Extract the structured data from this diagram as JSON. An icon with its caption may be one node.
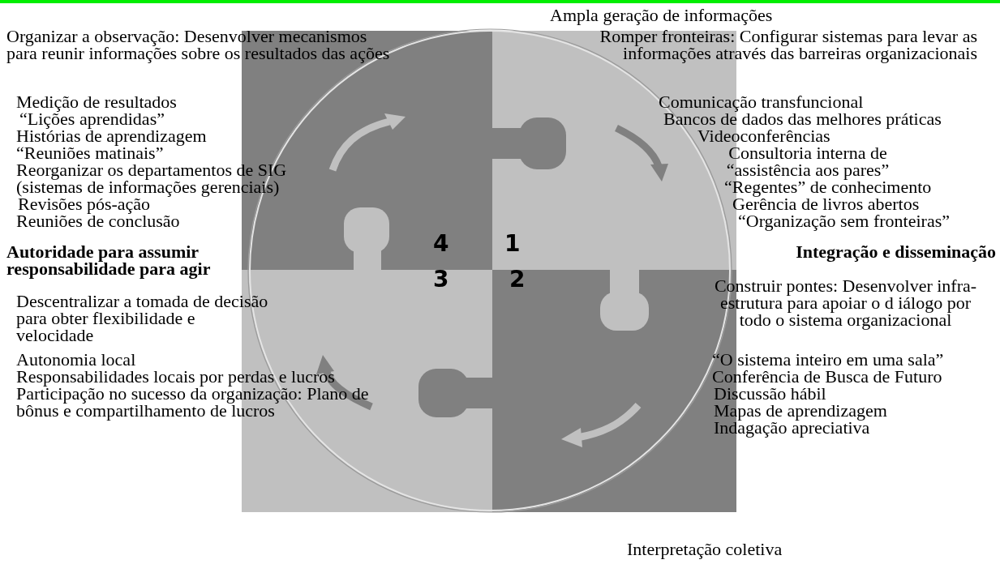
{
  "diagram": {
    "labels": [
      "Ampla geração de informações",
      "Organizar a observação: Desenvolver mecanismos para reunir informações sobre os resultados das ações",
      "Romper fronteiras: Configurar sistemas para levar as informações através das barreiras organizacionais",
      "Medição de resultados",
      "Comunicação transfuncional",
      "“Lições aprendidas”",
      "Bancos de dados das melhores práticas",
      "Histórias de aprendizagem",
      "Videoconferências",
      "“Reuniões matinais”",
      "Consultoria interna de “assistência aos pares”",
      "Reorganizar os departamentos de SIG (sistemas de informações gerenciais)",
      "“Regentes” de conhecimento",
      "Gerência de livros abertos",
      "4",
      "1",
      "Revisões pós-ação",
      "“Organização sem fronteiras”",
      "Reuniões de conclusão",
      "3",
      "2",
      "Autoridade para assumir responsabilidade para agir",
      "Integração e disseminação",
      "Construir pontes: Desenvolver infra-estrutura para apoiar o d iálogo por todo o sistema organizacional",
      "Descentralizar a tomada de decisão para obter flexibilidade e velocidade",
      "“O sistema inteiro em uma sala”",
      "Autonomia local",
      "Conferência de Busca de Futuro",
      "Responsabilidades locais por perdas e lucros",
      "Discussão hábil",
      "Participação no sucesso da organização: Plano de bônus e compartilhamento de lucros",
      "Mapas de aprendizagem",
      "Indagação apreciativa",
      "Interpretação coletiva"
    ]
  }
}
